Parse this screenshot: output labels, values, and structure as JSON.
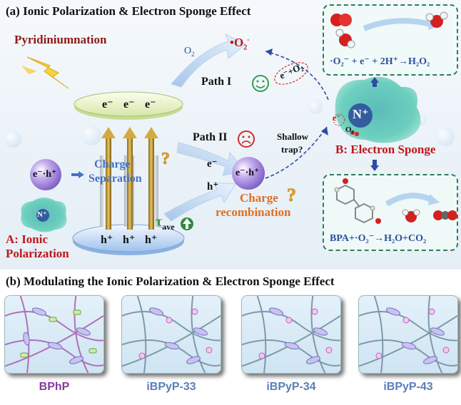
{
  "panel_a": {
    "title": "(a) Ionic Polarization & Electron Sponge Effect",
    "pyridinium_label": "Pyridiniumnation",
    "o2_label": "O",
    "o2_sub": "2",
    "superoxide": "•O",
    "superoxide_sub": "2",
    "superoxide_sup": "-",
    "path1": "Path I",
    "path2": "Path II",
    "cb_electrons": [
      "e⁻",
      "e⁻",
      "e⁻"
    ],
    "vb_holes": [
      "h⁺",
      "h⁺",
      "h⁺"
    ],
    "exciton": "e⁻·h⁺",
    "charge_separation_1": "Charge",
    "charge_separation_2": "Separation",
    "e_small": "e⁻",
    "h_small": "h⁺",
    "recomb_exciton": "e⁻·h⁺",
    "charge_recomb_1": "Charge",
    "charge_recomb_2": "recombination",
    "tau_label": "τ",
    "tau_sub": "ave",
    "ionic_label_1": "A: Ionic",
    "ionic_label_2": "Polarization",
    "shallow_trap_1": "Shallow",
    "shallow_trap_2": "trap?",
    "eo2": "e⁻+O₂",
    "sponge_label": "B: Electron Sponge",
    "sponge_e": "e⁻",
    "sponge_n": "N⁺",
    "sponge_o2": "O₂",
    "unit_n": "N⁺",
    "unit_dot": "•",
    "reaction_h2o2": "·O₂⁻ + e⁻ + 2H⁺→H₂O₂",
    "reaction_bpa": "BPA+·O₂⁻→H₂O+CO₂",
    "colors": {
      "title_dark": "#8b1a1a",
      "label_red": "#c0161b",
      "label_blue": "#4472c4",
      "label_orange": "#e07020",
      "green": "#3a9a3a"
    }
  },
  "panel_b": {
    "title": "(b) Modulating the Ionic Polarization & Electron Sponge Effect",
    "labels": [
      "BPhP",
      "iBPyP-33",
      "iBPyP-34",
      "iBPyP-43"
    ],
    "label_colors": [
      "#8a3a9c",
      "#5a7fb8",
      "#5a7fb8",
      "#5a7fb8"
    ]
  }
}
